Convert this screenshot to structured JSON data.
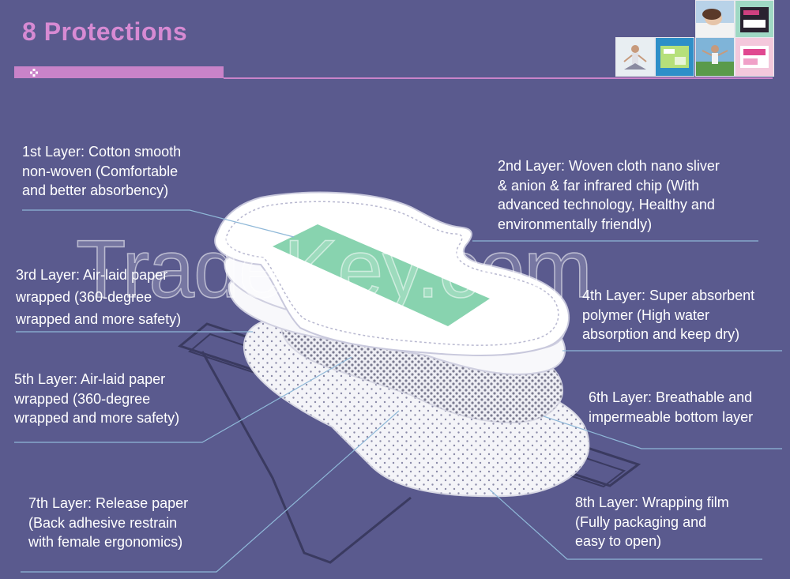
{
  "header": {
    "title": "8 Protections"
  },
  "thumbnails": [
    {
      "name": "sleeping-woman-photo"
    },
    {
      "name": "product-box-dark-photo"
    },
    {
      "name": "yoga-woman-photo"
    },
    {
      "name": "product-pack-green-photo"
    },
    {
      "name": "outdoor-woman-photo"
    },
    {
      "name": "product-box-pink-photo"
    }
  ],
  "layers": {
    "l1": {
      "line1": "1st Layer: Cotton smooth",
      "line2": "non-woven (Comfortable",
      "line3": "and better absorbency)"
    },
    "l2": {
      "line1": "2nd Layer: Woven cloth nano sliver",
      "line2": "& anion & far infrared chip (With",
      "line3": "advanced technology, Healthy and",
      "line4": "environmentally friendly)"
    },
    "l3": {
      "line1": "3rd Layer: Air-laid paper",
      "line2": "wrapped (360-degree",
      "line3": "wrapped and more safety)"
    },
    "l4": {
      "line1": "4th Layer: Super absorbent",
      "line2": "polymer (High water",
      "line3": "absorption and keep dry)"
    },
    "l5": {
      "line1": "5th Layer: Air-laid paper",
      "line2": "wrapped (360-degree",
      "line3": "wrapped and more safety)"
    },
    "l6": {
      "line1": "6th Layer: Breathable and",
      "line2": "impermeable bottom layer"
    },
    "l7": {
      "line1": "7th Layer: Release paper",
      "line2": "(Back adhesive restrain",
      "line3": "with female ergonomics)"
    },
    "l8": {
      "line1": "8th Layer: Wrapping film",
      "line2": "(Fully packaging and",
      "line3": "easy to open)"
    }
  },
  "watermark": "TradeKey.com",
  "colors": {
    "background": "#5a5a8e",
    "accent": "#c983c9",
    "title": "#d78ad3",
    "chip": "#7ecfa8",
    "leader_line": "#8fb8d8"
  }
}
